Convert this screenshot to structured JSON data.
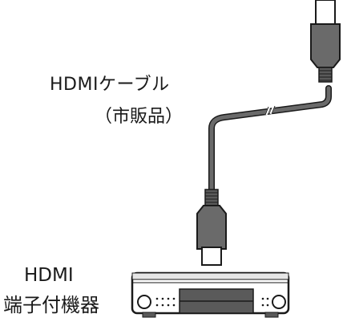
{
  "cable_label": {
    "line1": "HDMIケーブル",
    "line2": "（市販品）"
  },
  "device_label": {
    "line1": "HDMI",
    "line2": "端子付機器"
  },
  "colors": {
    "ink": "#1a1a1a",
    "cable": "#5a5a5a",
    "plug": "#6a6a6a"
  }
}
